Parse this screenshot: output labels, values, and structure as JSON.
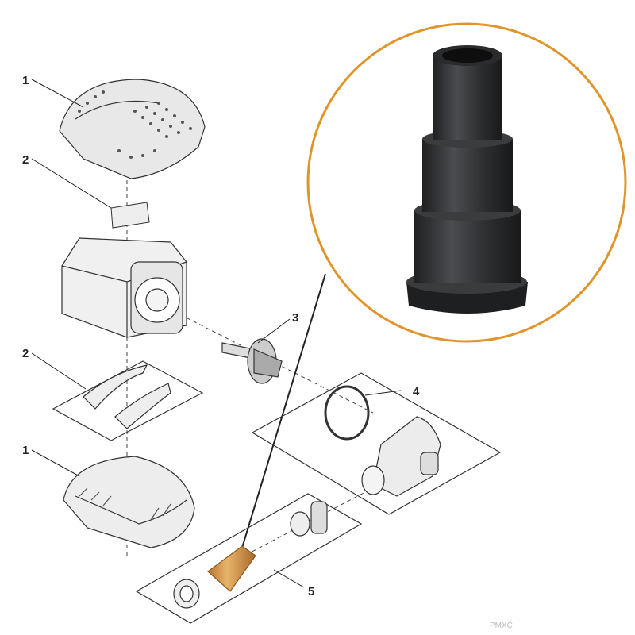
{
  "diagram": {
    "callouts": [
      {
        "id": "cover-top",
        "label": "1"
      },
      {
        "id": "foam-top",
        "label": "2"
      },
      {
        "id": "impeller",
        "label": "3"
      },
      {
        "id": "outlet-housing",
        "label": "4"
      },
      {
        "id": "hose-adapter-set",
        "label": "5"
      },
      {
        "id": "foam-bottom",
        "label": "2"
      },
      {
        "id": "cover-bottom",
        "label": "1"
      }
    ],
    "watermark": "PMXC",
    "colors": {
      "highlight_ring": "#E0952A",
      "adapter_orange": "#D89A4E",
      "adapter_photo": "#2F3133",
      "line": "#333333"
    }
  }
}
